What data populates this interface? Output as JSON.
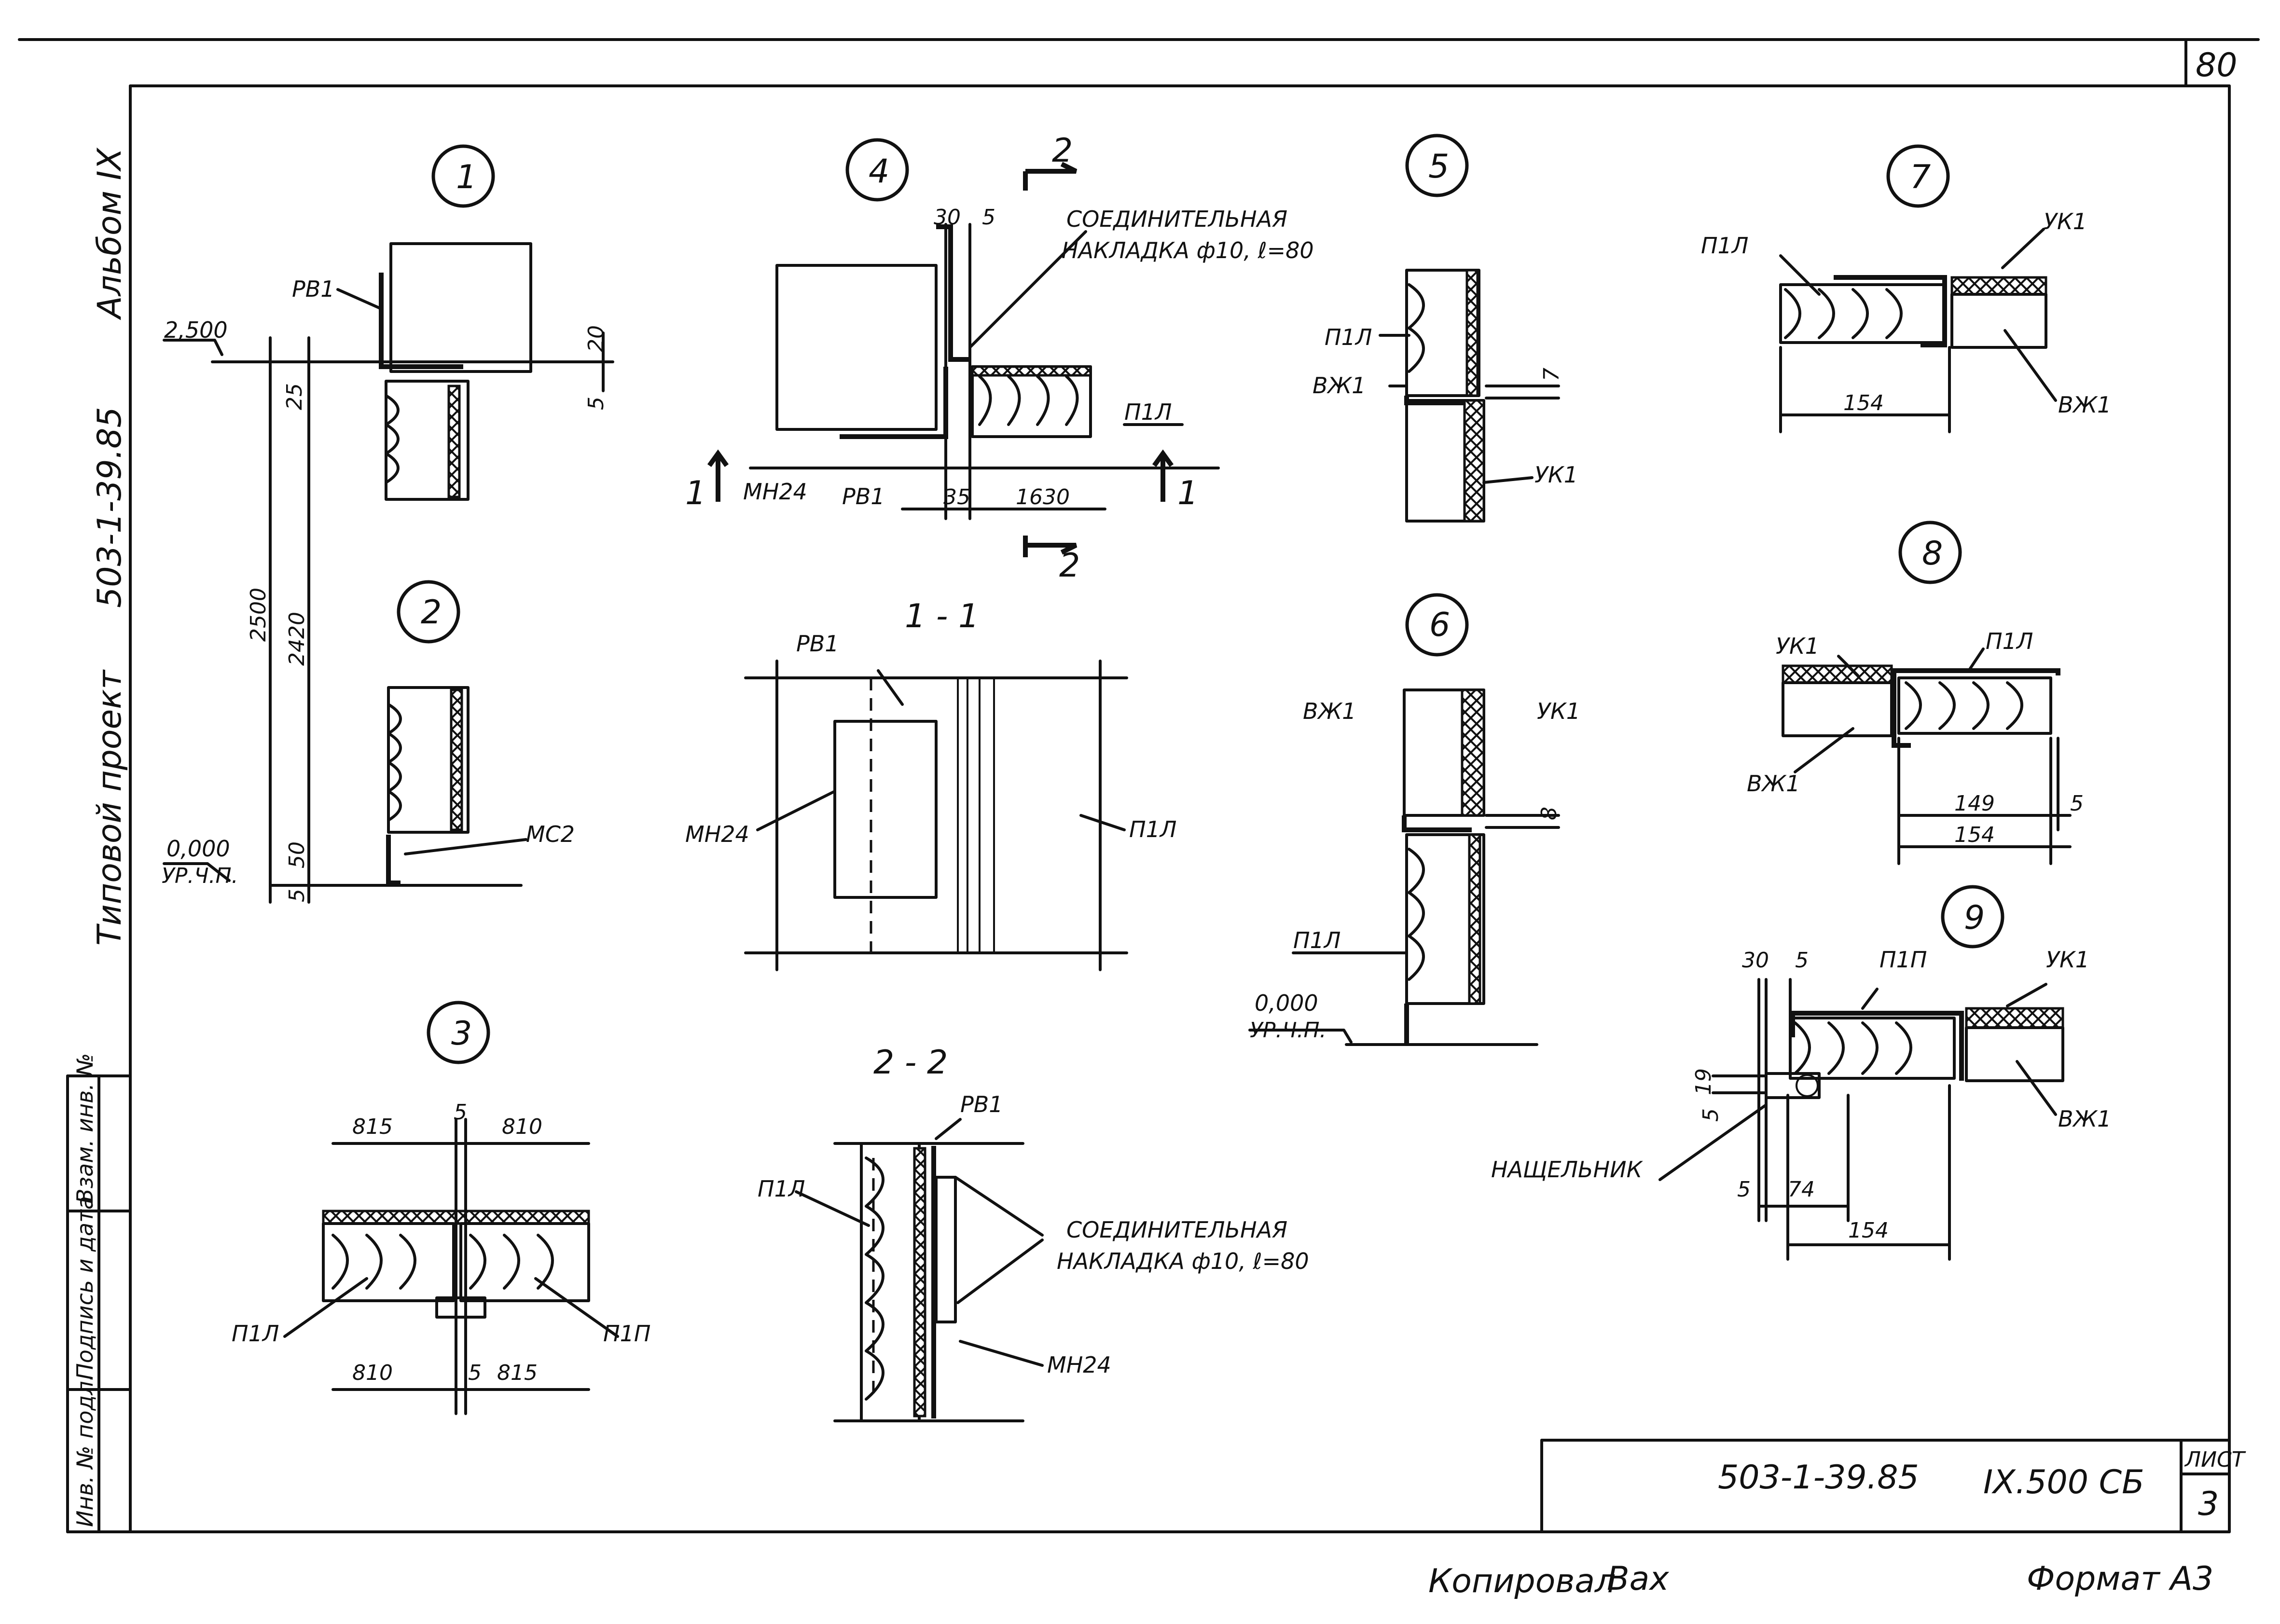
{
  "sheet": {
    "page_number": "80",
    "project_code": "503-1-39.85",
    "album_code": "IX.500 СБ",
    "sheet_label": "ЛИСТ",
    "sheet_number": "3",
    "copied_by_label": "Копировал",
    "copied_by_signature": "Вах",
    "format_label": "Формат А3"
  },
  "side_labels": {
    "album": "Альбом IX",
    "project": "503-1-39.85",
    "typical": "Типовой проект",
    "stamp": [
      "Инв. № подл.",
      "Подпись и дата",
      "Взам. инв. №"
    ]
  },
  "details": {
    "d1": {
      "num": "1",
      "labels": {
        "rv1": "РВ1",
        "level": "2,500",
        "dim25": "25",
        "dim20": "20",
        "dim5": "5"
      }
    },
    "d2": {
      "num": "2",
      "labels": {
        "mc2": "МС2",
        "level": "0,000",
        "level_sub": "УР.Ч.П.",
        "dim50": "50",
        "dim5": "5",
        "dim2420": "2420",
        "dim2500": "2500"
      }
    },
    "d3": {
      "num": "3",
      "labels": {
        "left": "П1Л",
        "right": "П1П",
        "top_l": "815",
        "top_r": "810",
        "top_gap": "5",
        "bot_l": "810",
        "bot_gap": "5",
        "bot_r": "815"
      }
    },
    "d4": {
      "num": "4",
      "labels": {
        "dim30": "30",
        "dim5": "5",
        "conn1": "СОЕДИНИТЕЛЬНАЯ",
        "conn2": "НАКЛАДКА ф10, ℓ=80",
        "p1l": "П1Л",
        "mn24": "МН24",
        "rv1": "РВ1",
        "dim35": "35",
        "dim1630": "1630",
        "cut1": "1",
        "cut2": "2"
      }
    },
    "s11": {
      "title": "1 - 1",
      "labels": {
        "rv1": "РВ1",
        "mn24": "МН24",
        "p1l": "П1Л"
      }
    },
    "s22": {
      "title": "2 - 2",
      "labels": {
        "rv1": "РВ1",
        "p1l": "П1Л",
        "conn1": "СОЕДИНИТЕЛЬНАЯ",
        "conn2": "НАКЛАДКА ф10, ℓ=80",
        "mn24": "МН24"
      }
    },
    "d5": {
      "num": "5",
      "labels": {
        "p1l": "П1Л",
        "vzh1": "ВЖ1",
        "uk1": "УК1",
        "dim7": "7"
      }
    },
    "d6": {
      "num": "6",
      "labels": {
        "vzh1": "ВЖ1",
        "uk1": "УК1",
        "dim8": "8",
        "p1l": "П1Л",
        "level": "0,000",
        "level_sub": "УР.Ч.П."
      }
    },
    "d7": {
      "num": "7",
      "labels": {
        "p1l": "П1Л",
        "uk1": "УК1",
        "vzh1": "ВЖ1",
        "dim154": "154"
      }
    },
    "d8": {
      "num": "8",
      "labels": {
        "uk1": "УК1",
        "p1l": "П1Л",
        "vzh1": "ВЖ1",
        "dim149": "149",
        "dim5": "5",
        "dim154": "154"
      }
    },
    "d9": {
      "num": "9",
      "labels": {
        "dim30": "30",
        "dim5": "5",
        "p1p": "П1П",
        "uk1": "УК1",
        "vzh1": "ВЖ1",
        "dim19": "19",
        "dim5b": "5",
        "dim5c": "5",
        "dim74": "74",
        "dim154": "154",
        "nashch": "НАЩЕЛЬНИК"
      }
    }
  }
}
